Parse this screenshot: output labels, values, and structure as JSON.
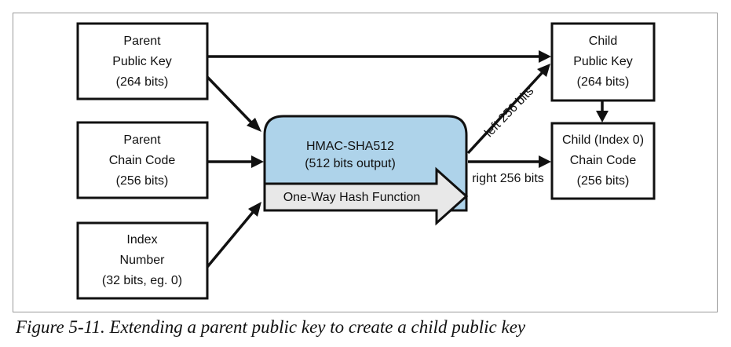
{
  "diagram": {
    "parent_public_key": [
      "Parent",
      "Public Key",
      "(264 bits)"
    ],
    "parent_chain_code": [
      "Parent",
      "Chain Code",
      "(256 bits)"
    ],
    "index_number": [
      "Index",
      "Number",
      "(32 bits, eg. 0)"
    ],
    "hmac": [
      "HMAC-SHA512",
      "(512 bits output)"
    ],
    "hash_function": "One-Way Hash Function",
    "child_public_key": [
      "Child",
      "Public Key",
      "(264 bits)"
    ],
    "child_chain_code": [
      "Child (Index 0)",
      "Chain Code",
      "(256 bits)"
    ],
    "left_label": "left 256 bits",
    "right_label": "right 256 bits"
  },
  "colors": {
    "hmac_fill": "#aed3ea",
    "arrow_fill": "#e8e8e8"
  },
  "caption": "Figure 5-11. Extending a parent public key to create a child public key"
}
